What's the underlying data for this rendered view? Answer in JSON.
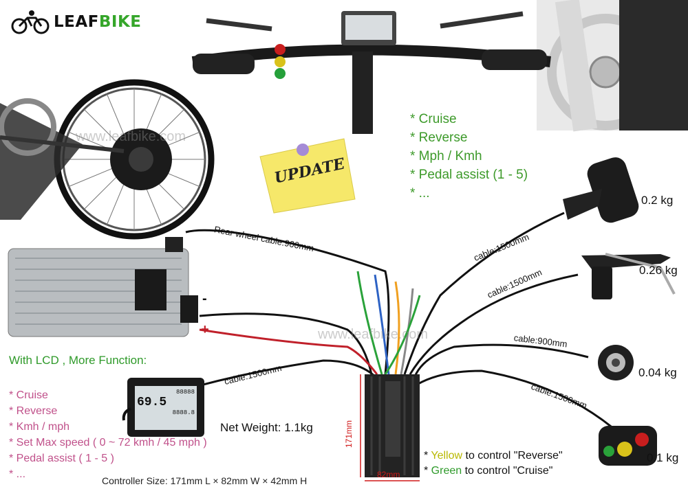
{
  "brand": {
    "leaf": "LEAF",
    "bike": "BIKE",
    "colors": {
      "leaf": "#111111",
      "bike": "#35a62a"
    }
  },
  "features_right": [
    "* Cruise",
    "* Reverse",
    "* Mph / Kmh",
    "* Pedal assist (1 - 5)",
    "* ..."
  ],
  "note_sticker": "UPDATE",
  "cables": {
    "rear_wheel": "Rear wheel cable:900mm",
    "throttle": "cable:1500mm",
    "brake": "cable:1500mm",
    "pas": "cable:900mm",
    "switch": "cable:1500mm",
    "lcd": "cable:1500mm"
  },
  "weights": {
    "throttle": "0.2 kg",
    "brake": "0.26 kg",
    "pas": "0.04 kg",
    "switch": "0.1 kg",
    "net": "Net Weight: 1.1kg"
  },
  "battery_polarity": {
    "negative": "-",
    "positive": "+"
  },
  "lcd_section": {
    "title": "With LCD , More Function:",
    "features": [
      "* Cruise",
      "* Reverse",
      "* Kmh / mph",
      "* Set Max speed ( 0 ~ 72 kmh / 45 mph )",
      "* Pedal assist ( 1 - 5 )",
      "* ..."
    ],
    "screen": {
      "speed": "69.5",
      "odo": "88888",
      "trip": "8888.8"
    }
  },
  "controller": {
    "height_label": "171mm",
    "width_label": "82mm",
    "size_text": "Controller Size: 171mm L × 82mm W × 42mm H"
  },
  "switch_note": {
    "yellow_prefix": "* ",
    "yellow_word": "Yellow",
    "yellow_rest": " to control \"Reverse\"",
    "green_prefix": "* ",
    "green_word": "Green",
    "green_rest": " to control \"Cruise\""
  },
  "watermark": "www.leafbike.com"
}
